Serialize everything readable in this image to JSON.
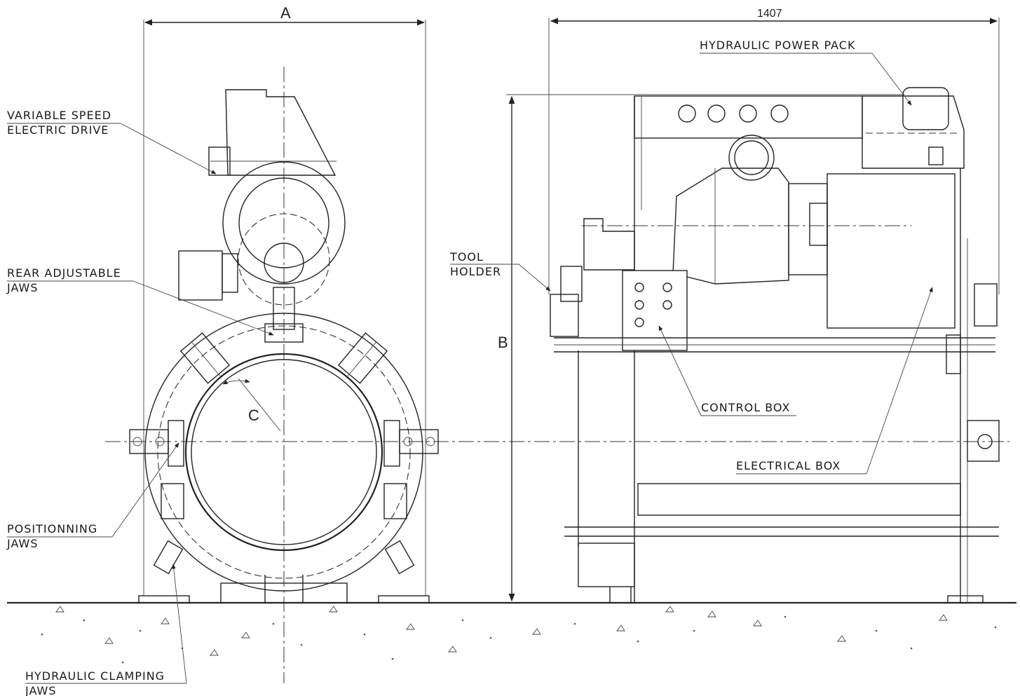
{
  "labels": {
    "variable_speed_drive": [
      "VARIABLE SPEED",
      "ELECTRIC DRIVE"
    ],
    "rear_adjustable_jaws": [
      "REAR ADJUSTABLE",
      "JAWS"
    ],
    "positionning_jaws": [
      "POSITIONNING",
      "JAWS"
    ],
    "hydraulic_clamping_jaws": [
      "HYDRAULIC CLAMPING",
      "JAWS"
    ],
    "tool_holder": [
      "TOOL",
      "HOLDER"
    ],
    "hydraulic_power_pack": "HYDRAULIC POWER PACK",
    "control_box": "CONTROL BOX",
    "electrical_box": "ELECTRICAL BOX"
  },
  "dimensions": {
    "a": "A",
    "b": "B",
    "c": "C",
    "width_value": "1407"
  }
}
